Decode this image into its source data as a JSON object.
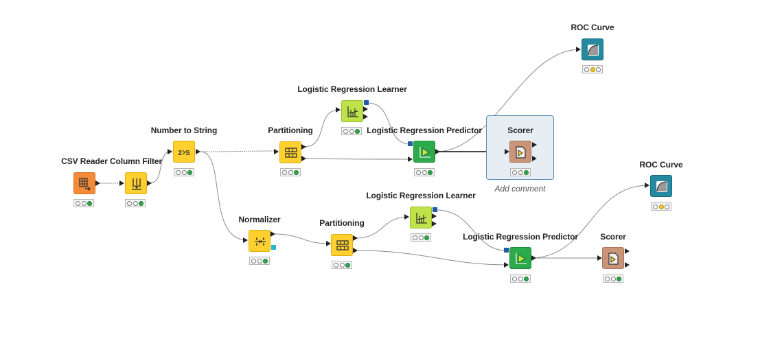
{
  "workflow": {
    "annotation_comment": "Add comment",
    "nodes": [
      {
        "id": "csv_reader",
        "name": "CSV Reader",
        "kind": "source",
        "icon": "table-arrow-icon",
        "status": [
          "off",
          "off",
          "green"
        ]
      },
      {
        "id": "column_filter",
        "name": "Column Filter",
        "kind": "manip",
        "icon": "filter-down-icon",
        "status": [
          "off",
          "off",
          "green"
        ]
      },
      {
        "id": "number_to_string",
        "name": "Number to String",
        "kind": "manip",
        "icon": "number-to-string-icon",
        "status": [
          "off",
          "off",
          "green"
        ]
      },
      {
        "id": "partitioning_1",
        "name": "Partitioning",
        "kind": "manip",
        "icon": "partition-icon",
        "status": [
          "off",
          "off",
          "green"
        ]
      },
      {
        "id": "lr_learner_1",
        "name": "Logistic Regression Learner",
        "kind": "learner",
        "icon": "regression-chart-icon",
        "status": [
          "off",
          "off",
          "green"
        ]
      },
      {
        "id": "lr_predictor_1",
        "name": "Logistic Regression Predictor",
        "kind": "predictor",
        "icon": "play-chart-icon",
        "status": [
          "off",
          "off",
          "green"
        ]
      },
      {
        "id": "scorer_1",
        "name": "Scorer",
        "kind": "other",
        "icon": "scorer-icon",
        "status": [
          "off",
          "off",
          "green"
        ]
      },
      {
        "id": "roc_curve_1",
        "name": "ROC Curve",
        "kind": "viz",
        "icon": "roc-curve-icon",
        "status": [
          "off",
          "yellow",
          "off"
        ]
      },
      {
        "id": "normalizer",
        "name": "Normalizer",
        "kind": "manip",
        "icon": "normalize-icon",
        "status": [
          "off",
          "off",
          "green"
        ]
      },
      {
        "id": "partitioning_2",
        "name": "Partitioning",
        "kind": "manip",
        "icon": "partition-icon",
        "status": [
          "off",
          "off",
          "green"
        ]
      },
      {
        "id": "lr_learner_2",
        "name": "Logistic Regression Learner",
        "kind": "learner",
        "icon": "regression-chart-icon",
        "status": [
          "off",
          "off",
          "green"
        ]
      },
      {
        "id": "lr_predictor_2",
        "name": "Logistic Regression Predictor",
        "kind": "predictor",
        "icon": "play-chart-icon",
        "status": [
          "off",
          "off",
          "green"
        ]
      },
      {
        "id": "scorer_2",
        "name": "Scorer",
        "kind": "other",
        "icon": "scorer-icon",
        "status": [
          "off",
          "off",
          "green"
        ]
      },
      {
        "id": "roc_curve_2",
        "name": "ROC Curve",
        "kind": "viz",
        "icon": "roc-curve-icon",
        "status": [
          "off",
          "yellow",
          "off"
        ]
      }
    ]
  }
}
